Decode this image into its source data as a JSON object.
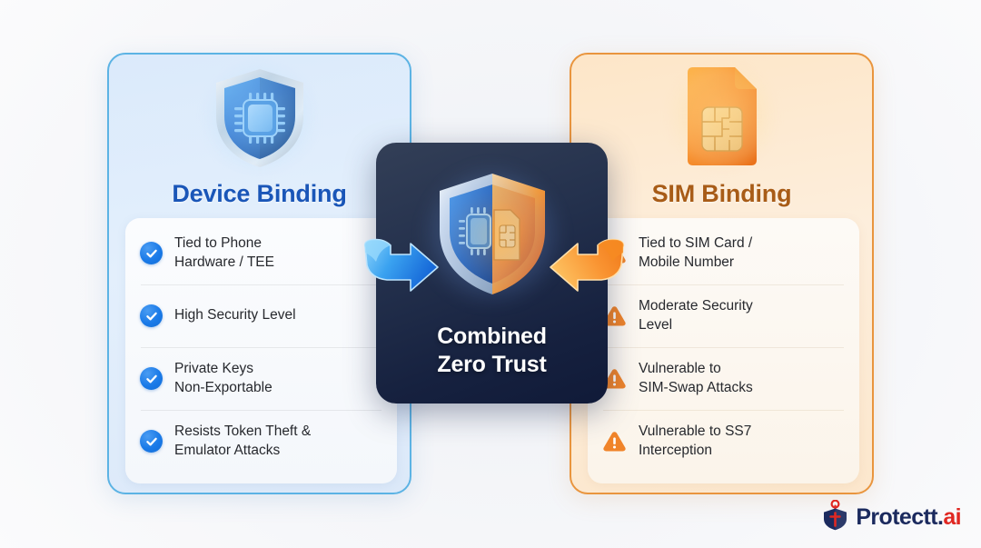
{
  "background": {
    "color": "#f7f8fa"
  },
  "colors": {
    "device_accent": "#1a56b8",
    "device_border": "#5cb3e4",
    "sim_accent": "#a85c17",
    "sim_border": "#e9953e",
    "check_blue": "#1a7ae8",
    "warn_orange": "#f0842a",
    "center_navy": "#16213f",
    "logo_navy": "#1b2a5e",
    "logo_red": "#e02822"
  },
  "left_panel": {
    "title": "Device Binding",
    "icon": "shield-chip-icon",
    "items": [
      {
        "icon": "check-circle-icon",
        "text": "Tied to Phone\nHardware / TEE"
      },
      {
        "icon": "check-circle-icon",
        "text": "High Security Level"
      },
      {
        "icon": "check-circle-icon",
        "text": "Private Keys\nNon-Exportable"
      },
      {
        "icon": "check-circle-icon",
        "text": "Resists Token Theft &\nEmulator Attacks"
      }
    ]
  },
  "right_panel": {
    "title": "SIM Binding",
    "icon": "sim-card-icon",
    "items": [
      {
        "icon": "warning-triangle-icon",
        "text": "Tied to SIM Card /\nMobile Number"
      },
      {
        "icon": "warning-triangle-icon",
        "text": "Moderate Security\nLevel"
      },
      {
        "icon": "warning-triangle-icon",
        "text": "Vulnerable to\nSIM-Swap Attacks"
      },
      {
        "icon": "warning-triangle-icon",
        "text": "Vulnerable to SS7\nInterception"
      }
    ]
  },
  "center_card": {
    "label": "Combined\nZero Trust",
    "icon": "split-shield-chip-sim-icon"
  },
  "arrows": {
    "left": {
      "icon": "curved-arrow-right-icon",
      "direction": "right",
      "color": "#2f9bf0"
    },
    "right": {
      "icon": "curved-arrow-left-icon",
      "direction": "left",
      "color": "#f7932e"
    }
  },
  "logo": {
    "icon": "protectt-shield-logo-icon",
    "text_primary": "Protectt.",
    "text_accent": "ai"
  }
}
